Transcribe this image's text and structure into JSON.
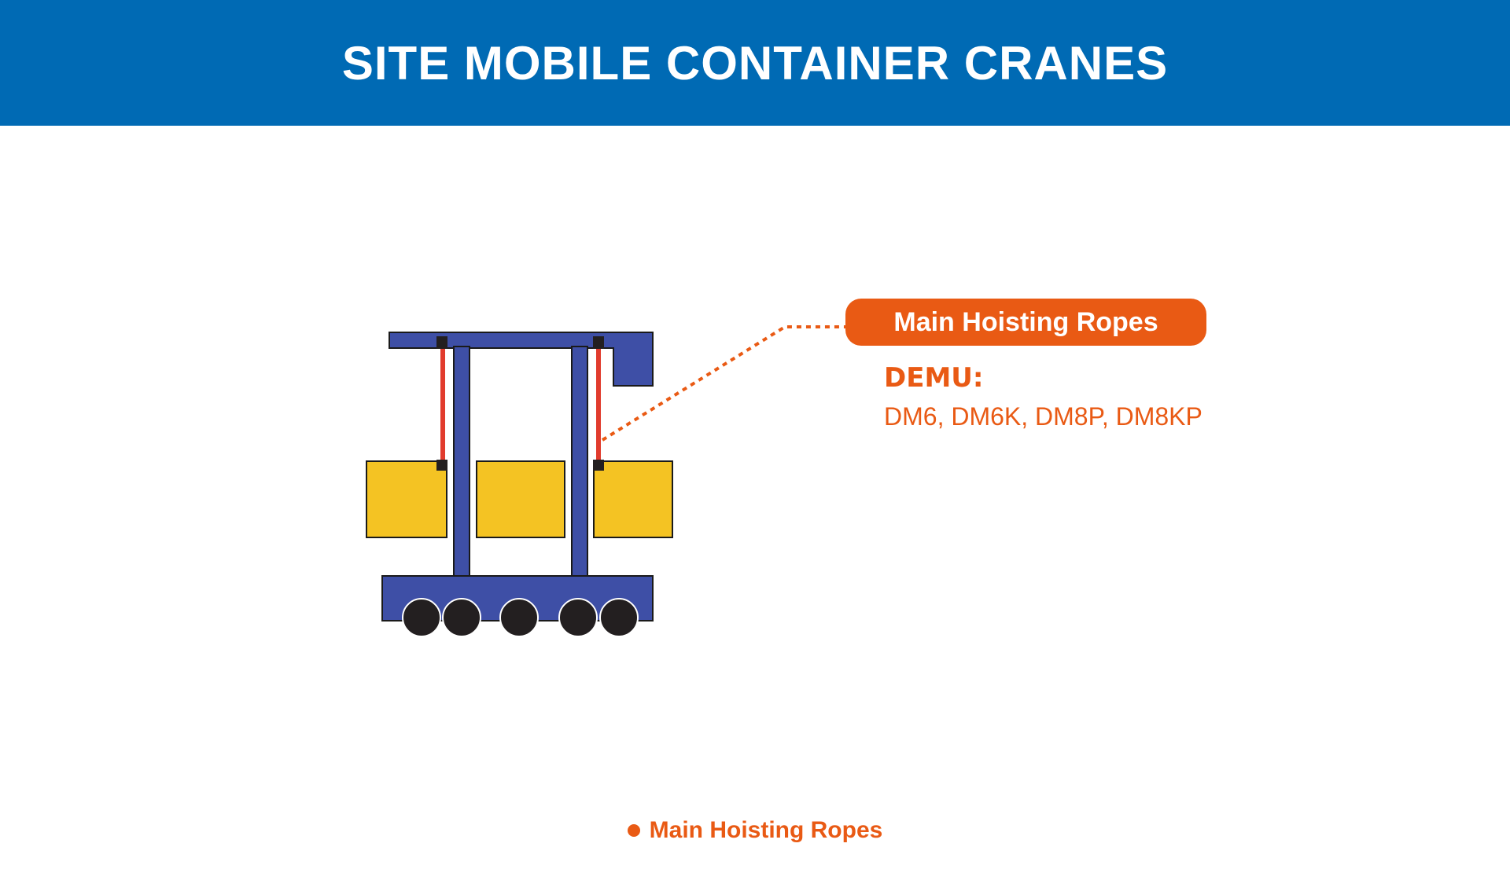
{
  "header": {
    "title": "SITE MOBILE CONTAINER CRANES"
  },
  "callout": {
    "label": "Main Hoisting Ropes",
    "model_heading": "DEMU:",
    "models": "DM6, DM6K, DM8P, DM8KP"
  },
  "legend": {
    "items": [
      {
        "label": "Main Hoisting Ropes"
      }
    ]
  },
  "colors": {
    "header_bg": "#006ab4",
    "frame": "#3e4fa6",
    "container": "#f4c323",
    "rope": "#e13b2d",
    "accent": "#e95a14",
    "wheel": "#231f20"
  }
}
